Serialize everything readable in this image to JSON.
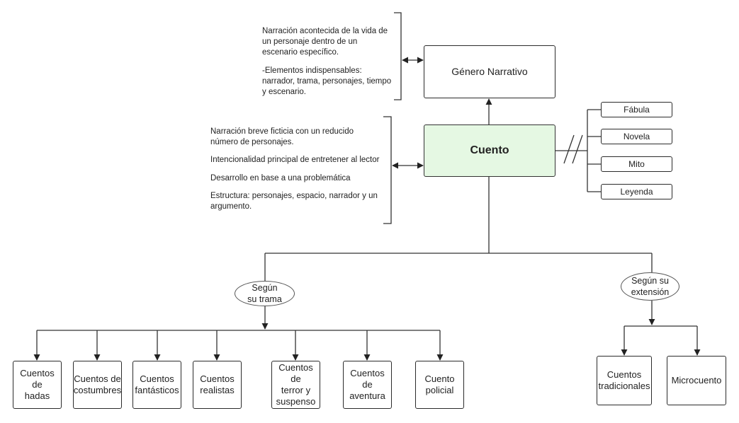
{
  "nodes": {
    "genero": "Género Narrativo",
    "cuento": "Cuento",
    "related": [
      "Fábula",
      "Novela",
      "Mito",
      "Leyenda"
    ],
    "trama_label": "Según\nsu trama",
    "extension_label": "Según su\nextensión",
    "trama_types": [
      "Cuentos de\nhadas",
      "Cuentos de\ncostumbres",
      "Cuentos\nfantásticos",
      "Cuentos\nrealistas",
      "Cuentos de\nterror y\nsuspenso",
      "Cuentos de\naventura",
      "Cuento\npolicial"
    ],
    "extension_types": [
      "Cuentos\ntradicionales",
      "Microcuento"
    ]
  },
  "notes": {
    "genero": [
      "Narración acontecida de la vida de\nun personaje dentro de un\nescenario específico.",
      "-Elementos indispensables:\nnarrador, trama, personajes, tiempo\ny escenario."
    ],
    "cuento": [
      "Narración breve ficticia con un reducido\nnúmero de personajes.",
      "Intencionalidad principal de entretener al lector",
      "Desarrollo en base a una problemática",
      "Estructura: personajes, espacio, narrador y un\nargumento."
    ]
  }
}
